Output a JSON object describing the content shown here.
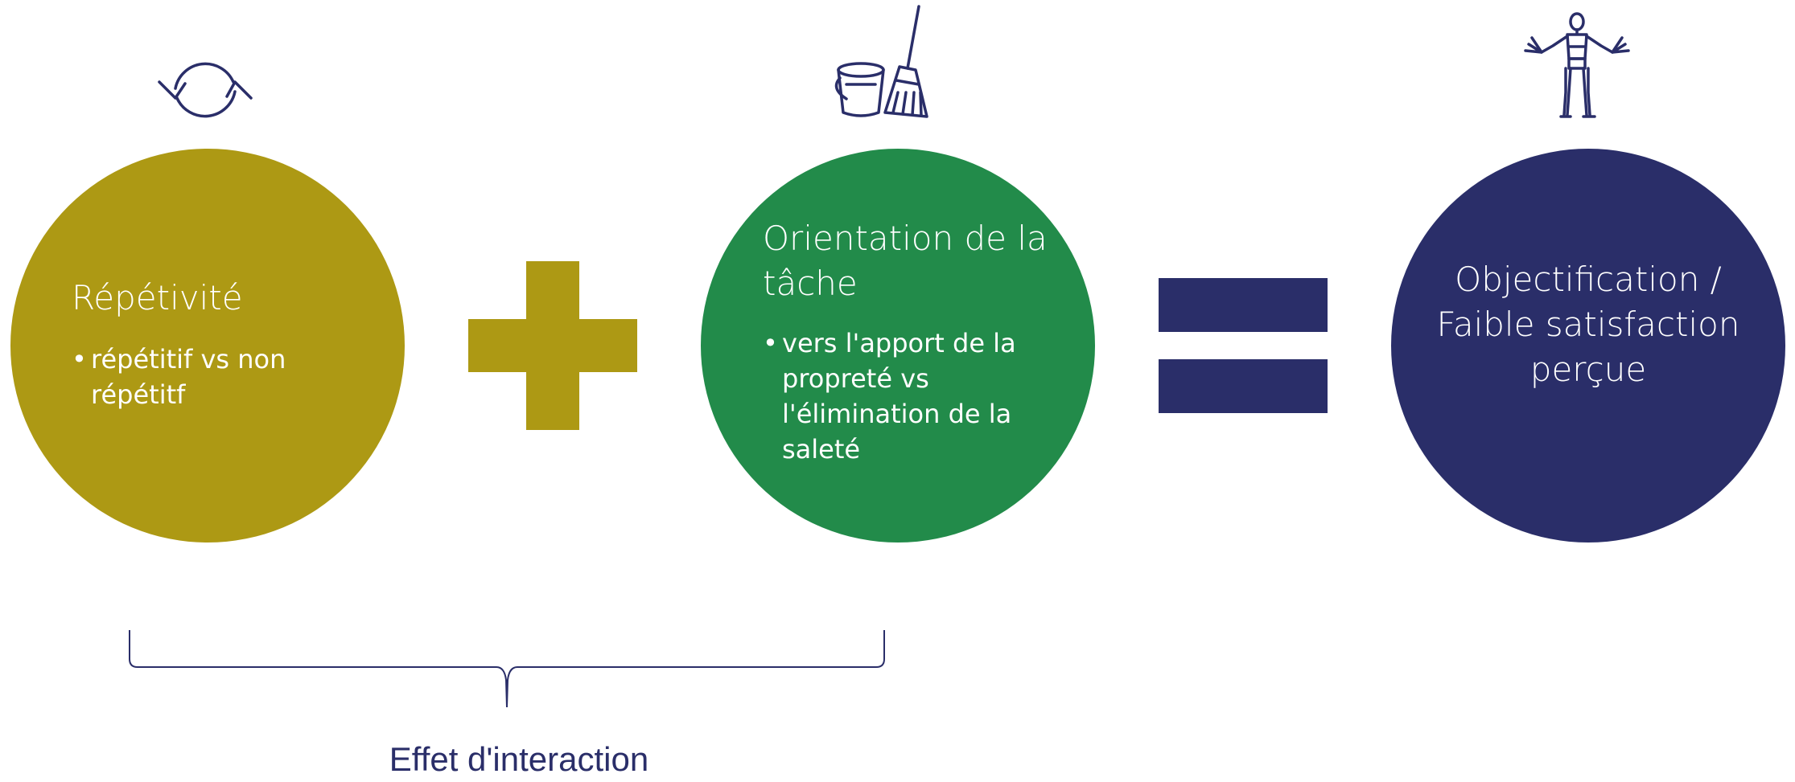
{
  "colors": {
    "gold": "#ad9914",
    "green": "#228b4a",
    "navy": "#2a2e69",
    "text_on_circle": "#ffffff"
  },
  "icons": {
    "repeat": "refresh-cycle-icon",
    "cleaning": "bucket-broom-icon",
    "figure": "wooden-mannequin-icon"
  },
  "circles": [
    {
      "title": "Répétivité",
      "bullets": [
        "répétitif vs non répétitf"
      ]
    },
    {
      "title": "Orientation de la tâche",
      "bullets": [
        "vers l'apport de la propreté vs l'élimination de la saleté"
      ]
    },
    {
      "title": "Objectification / Faible satisfaction perçue",
      "bullets": []
    }
  ],
  "operators": {
    "first": "plus",
    "second": "equals"
  },
  "brace_label": "Effet d'interaction"
}
